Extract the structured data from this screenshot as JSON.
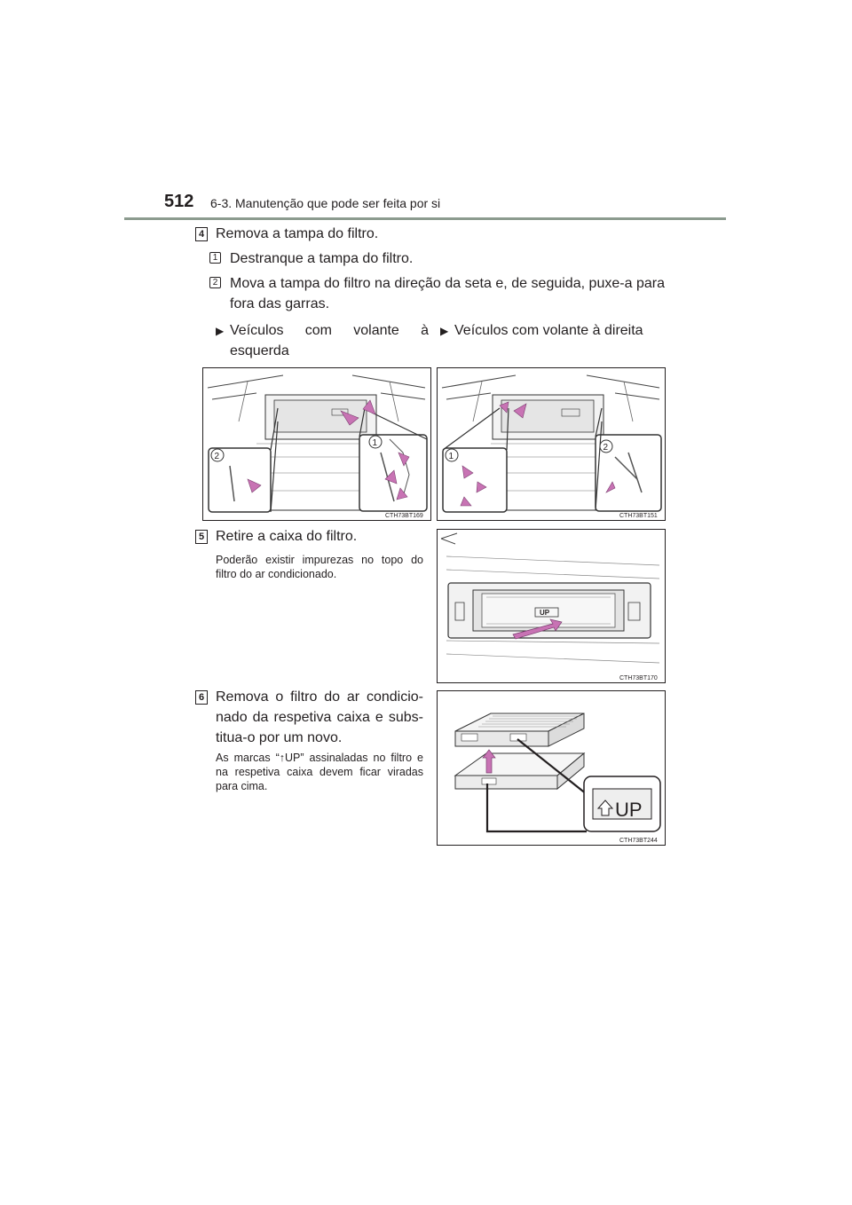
{
  "header": {
    "page_number": "512",
    "section_title": "6-3. Manutenção que pode ser feita por si"
  },
  "step4": {
    "number": "4",
    "title": "Remova a tampa do filtro.",
    "substeps": [
      {
        "number": "1",
        "text": "Destranque a tampa do filtro."
      },
      {
        "number": "2",
        "text": "Mova a tampa do filtro na direção da seta e, de seguida, puxe-a para fora das garras."
      }
    ],
    "variants": [
      {
        "label": "Veículos com volante à esquerda",
        "figure_code": "CTH73BT169",
        "callout_1": "1",
        "callout_2": "2"
      },
      {
        "label": "Veículos com volante à direita",
        "figure_code": "CTH73BT151",
        "callout_1": "1",
        "callout_2": "2"
      }
    ]
  },
  "step5": {
    "number": "5",
    "title": "Retire a caixa do filtro.",
    "note": "Poderão existir impurezas no topo do filtro do ar condicionado.",
    "figure_code": "CTH73BT170"
  },
  "step6": {
    "number": "6",
    "title": "Remova o filtro do ar condicio- nado da respetiva caixa e subs- titua-o por um novo.",
    "note": "As marcas “↑UP” assinaladas no filtro e na respetiva caixa devem ficar viradas para cima.",
    "figure_code": "CTH73BT244",
    "up_label": "UP"
  },
  "colors": {
    "arrow": "#c873b4",
    "rule": "#8c9b8f"
  }
}
